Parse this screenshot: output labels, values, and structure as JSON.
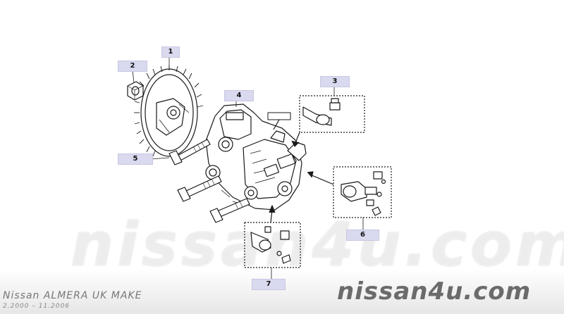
{
  "callouts": [
    {
      "id": "1",
      "label": "1"
    },
    {
      "id": "2",
      "label": "2"
    },
    {
      "id": "3",
      "label": "3"
    },
    {
      "id": "4",
      "label": "4"
    },
    {
      "id": "5",
      "label": "5"
    },
    {
      "id": "6",
      "label": "6"
    },
    {
      "id": "7",
      "label": "7"
    }
  ],
  "watermark": {
    "big": "nissan4u.com",
    "small": "nissan4u.com"
  },
  "footer": {
    "model": "Nissan ALMERA UK MAKE",
    "dates": "2.2000 – 11.2006"
  },
  "colors": {
    "callout_bg": "#d9d9ef",
    "line": "#1a1a1a",
    "watermark": "#6b6b6b"
  }
}
